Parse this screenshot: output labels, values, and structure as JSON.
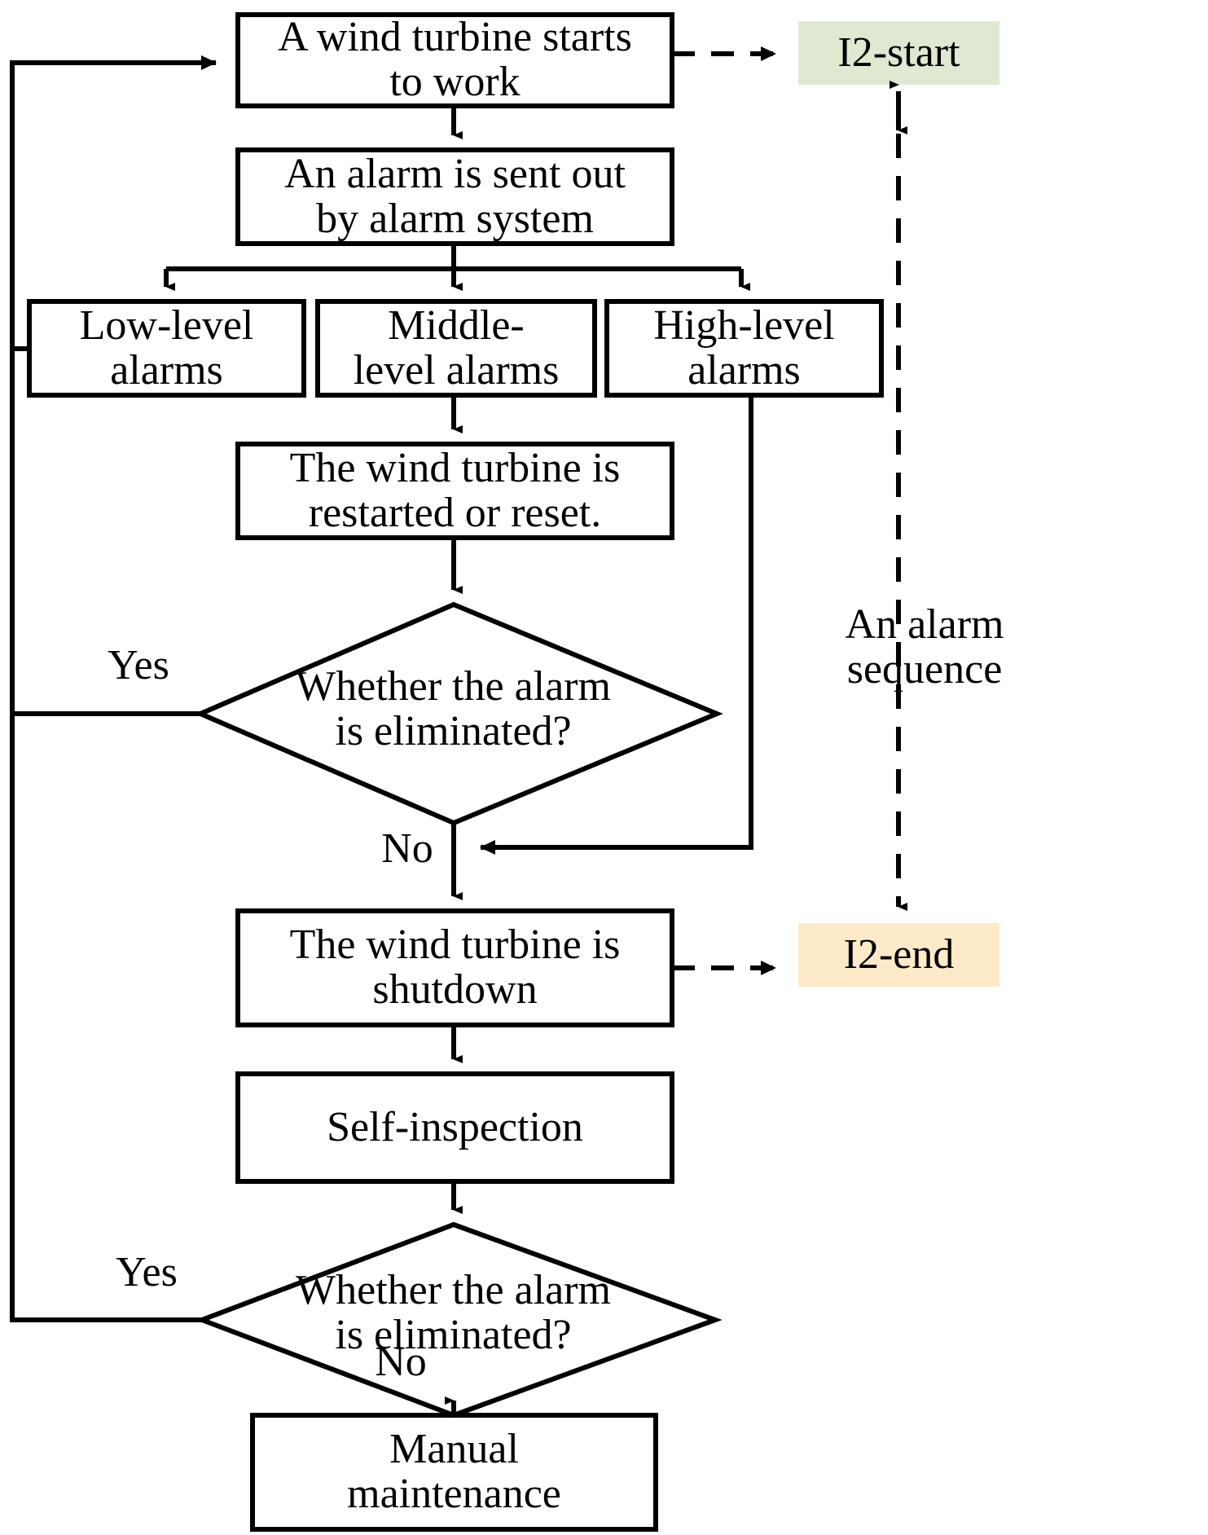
{
  "diagram": {
    "type": "flowchart",
    "title": "Wind turbine alarm handling flowchart",
    "colors": {
      "stroke": "#000000",
      "background": "#ffffff",
      "i2_start_fill": "#dfe8d1",
      "i2_end_fill": "#fdeac8",
      "text": "#000000"
    },
    "nodes": [
      {
        "id": "start",
        "shape": "process",
        "label": "A wind turbine starts\nto work"
      },
      {
        "id": "alarm_sent",
        "shape": "process",
        "label": "An alarm is sent out\nby alarm system"
      },
      {
        "id": "low",
        "shape": "process",
        "label": "Low-level\nalarms"
      },
      {
        "id": "middle",
        "shape": "process",
        "label": "Middle-\nlevel alarms"
      },
      {
        "id": "high",
        "shape": "process",
        "label": "High-level\nalarms"
      },
      {
        "id": "restart",
        "shape": "process",
        "label": "The wind turbine is\nrestarted or reset."
      },
      {
        "id": "decision1",
        "shape": "decision",
        "label": "Whether the alarm\nis eliminated?"
      },
      {
        "id": "shutdown",
        "shape": "process",
        "label": "The wind turbine is\nshutdown"
      },
      {
        "id": "selfinspect",
        "shape": "process",
        "label": "Self-inspection"
      },
      {
        "id": "decision2",
        "shape": "decision",
        "label": "Whether the alarm\nis eliminated?"
      },
      {
        "id": "manual",
        "shape": "process",
        "label": "Manual\nmaintenance"
      },
      {
        "id": "i2_start",
        "shape": "marker",
        "label": "I2-start"
      },
      {
        "id": "i2_end",
        "shape": "marker",
        "label": "I2-end"
      }
    ],
    "edge_labels": [
      {
        "id": "yes1",
        "label": "Yes"
      },
      {
        "id": "no1",
        "label": "No"
      },
      {
        "id": "yes2",
        "label": "Yes"
      },
      {
        "id": "no2",
        "label": "No"
      }
    ],
    "annotations": [
      {
        "id": "alarm_sequence",
        "label": "An alarm\nsequence"
      }
    ],
    "edges": [
      {
        "from": "start",
        "to": "alarm_sent",
        "style": "solid"
      },
      {
        "from": "alarm_sent",
        "to": "low",
        "style": "solid"
      },
      {
        "from": "alarm_sent",
        "to": "middle",
        "style": "solid"
      },
      {
        "from": "alarm_sent",
        "to": "high",
        "style": "solid"
      },
      {
        "from": "middle",
        "to": "restart",
        "style": "solid"
      },
      {
        "from": "restart",
        "to": "decision1",
        "style": "solid"
      },
      {
        "from": "decision1",
        "to": "start",
        "style": "solid",
        "label": "Yes"
      },
      {
        "from": "decision1",
        "to": "shutdown",
        "style": "solid",
        "label": "No"
      },
      {
        "from": "high",
        "to": "shutdown",
        "style": "solid"
      },
      {
        "from": "low",
        "to": "start",
        "style": "solid"
      },
      {
        "from": "shutdown",
        "to": "selfinspect",
        "style": "solid"
      },
      {
        "from": "selfinspect",
        "to": "decision2",
        "style": "solid"
      },
      {
        "from": "decision2",
        "to": "start",
        "style": "solid",
        "label": "Yes"
      },
      {
        "from": "decision2",
        "to": "manual",
        "style": "solid",
        "label": "No"
      },
      {
        "from": "start",
        "to": "i2_start",
        "style": "dashed"
      },
      {
        "from": "shutdown",
        "to": "i2_end",
        "style": "dashed"
      },
      {
        "from": "i2_start",
        "to": "i2_end",
        "style": "dashed",
        "label": "An alarm sequence"
      }
    ]
  }
}
